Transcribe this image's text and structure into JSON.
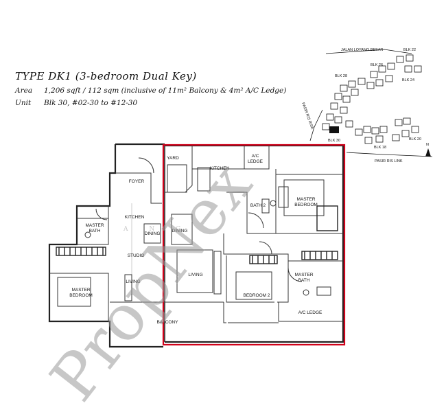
{
  "header": {
    "title": "TYPE DK1 (3-bedroom Dual Key)",
    "area_label": "Area",
    "area_value": "1,206 sqft / 112 sqm (inclusive of 11m² Balcony & 4m² A/C Ledge)",
    "unit_label": "Unit",
    "unit_value": "Blk 30, #02-30 to #12-30"
  },
  "rooms": {
    "yard": "YARD",
    "kitchen_main": "KITCHEN",
    "ac_ledge_top_1": "A/C",
    "ac_ledge_top_2": "LEDGE",
    "foyer": "FOYER",
    "bath2": "BATH 2",
    "master_bedroom_main_1": "MASTER",
    "master_bedroom_main_2": "BEDROOM",
    "kitchen_studio": "KITCHEN",
    "master_bath_studio_1": "MASTER",
    "master_bath_studio_2": "BATH",
    "dining_studio": "DINING",
    "dining_main": "DINING",
    "studio": "STUDIO",
    "living_studio": "LIVING",
    "living_main": "LIVING",
    "master_bath_main_1": "MASTER",
    "master_bath_main_2": "BATH",
    "master_bedroom_studio_1": "MASTER",
    "master_bedroom_studio_2": "BEDROOM",
    "bedroom2": "BEDROOM 2",
    "balcony": "BALCONY",
    "ac_ledge_bottom": "A/C LEDGE"
  },
  "site_plan": {
    "road_top": "JALAN LOYANG BESAR",
    "road_side": "PASIR RIS RISE",
    "road_bottom": "PASIR RIS LINK",
    "blk_22": "BLK 22",
    "blk_24": "BLK 24",
    "blk_26": "BLK 26",
    "blk_28": "BLK 28",
    "blk_30": "BLK 30",
    "blk_18": "BLK 18",
    "blk_20": "BLK 20",
    "north": "N"
  },
  "watermark": {
    "main": "PropNex",
    "faint": "A N G"
  },
  "highlight_color": "#d0021b"
}
